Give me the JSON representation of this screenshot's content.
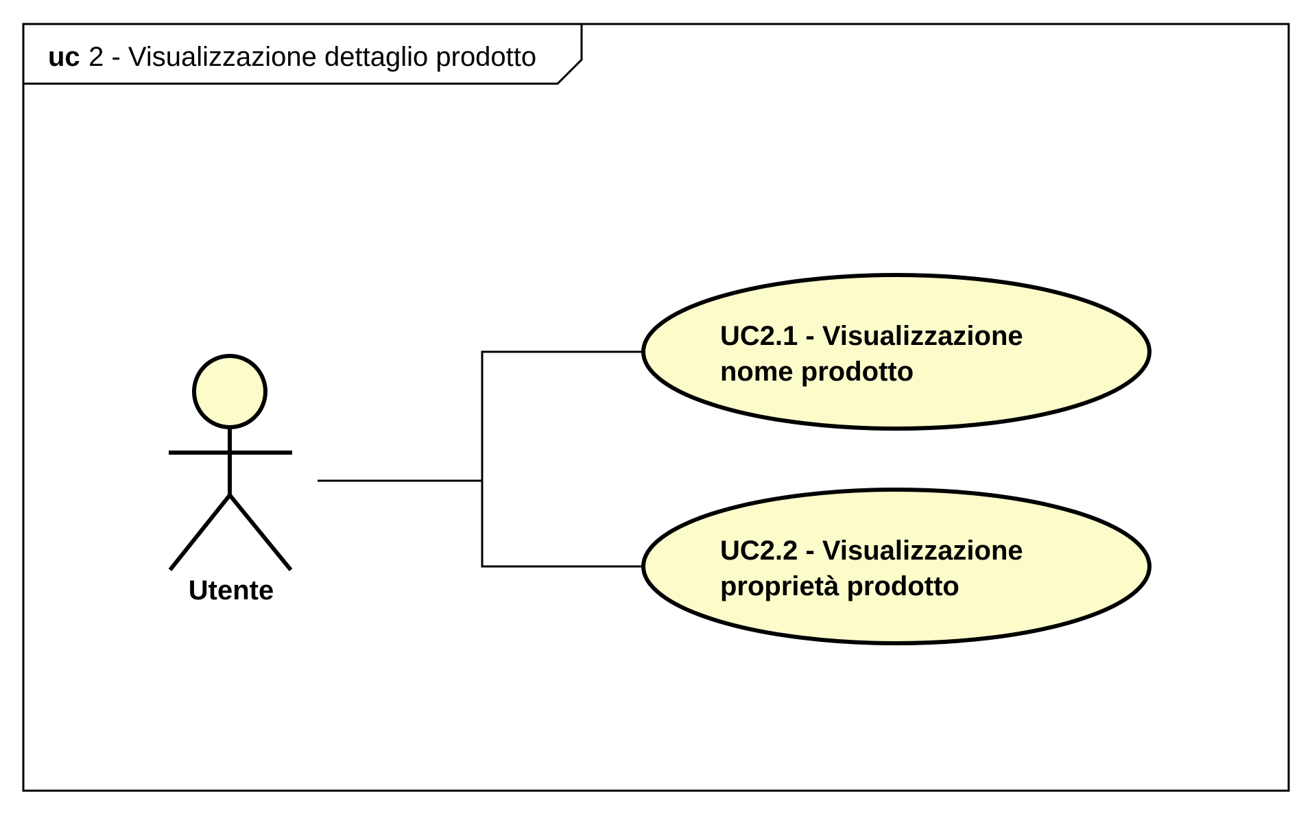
{
  "frame": {
    "keyword": "uc",
    "title": "2 - Visualizzazione dettaglio prodotto"
  },
  "actor": {
    "label": "Utente"
  },
  "use_cases": [
    {
      "line1": "UC2.1 - Visualizzazione",
      "line2": "nome prodotto"
    },
    {
      "line1": "UC2.2 - Visualizzazione",
      "line2": "proprietà prodotto"
    }
  ],
  "colors": {
    "use_case_fill": "#FCFCCB",
    "actor_fill": "#FCFCCB",
    "stroke": "#000000",
    "background": "#FFFFFF"
  }
}
